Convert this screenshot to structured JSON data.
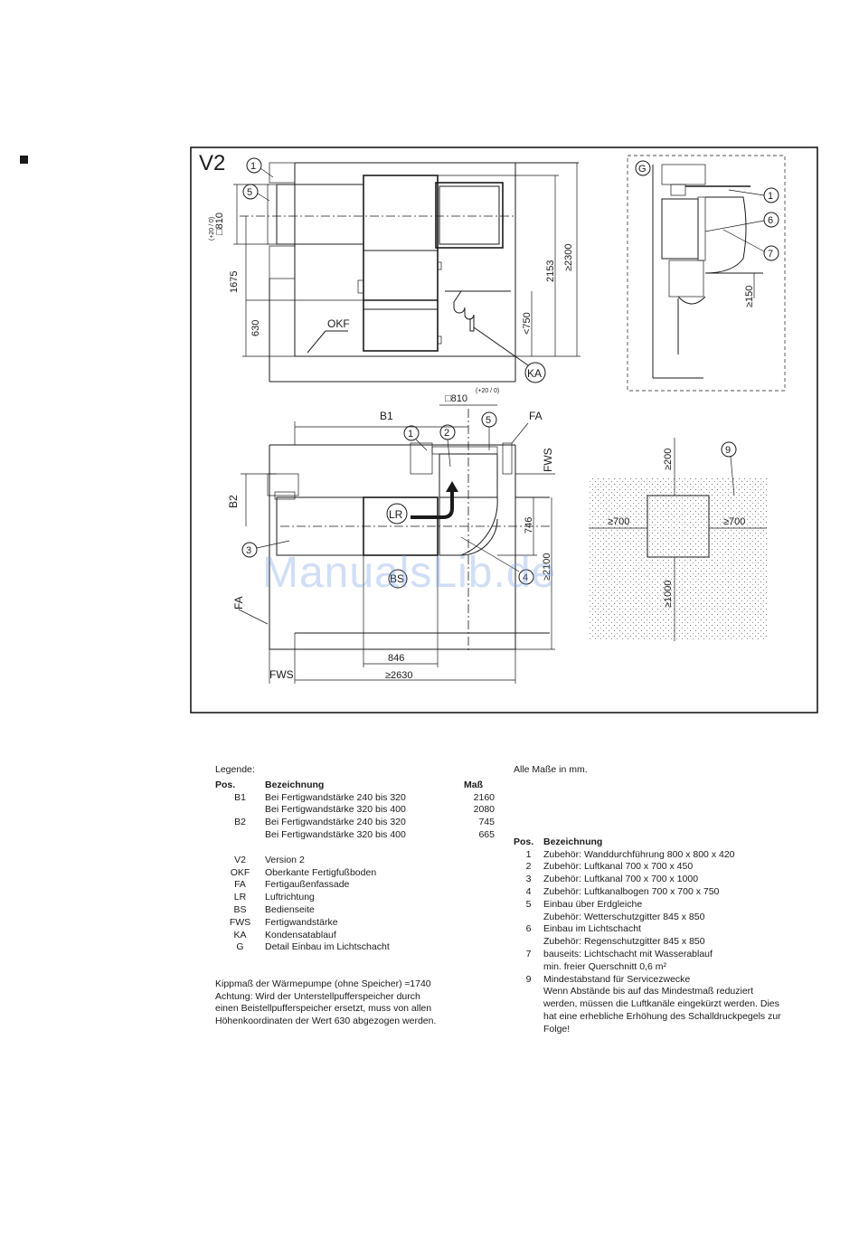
{
  "diagram": {
    "version_label": "V2",
    "detail_label": "G",
    "labels": {
      "okf": "OKF",
      "ka": "KA",
      "lr": "LR",
      "bs": "BS",
      "fa": "FA",
      "fws": "FWS",
      "b1": "B1",
      "b2": "B2"
    },
    "dimensions": {
      "d810_top": "□810",
      "tol": "(+20 / 0)",
      "d1675": "1675",
      "d630": "630",
      "d2153": "2153",
      "d2300": "≥2300",
      "d750": "<750",
      "d150": "≥150",
      "d810_plan": "□810",
      "d746": "746",
      "d2100": "≥2100",
      "d846": "846",
      "d2630": "≥2630",
      "d200": "≥200",
      "d700_left": "≥700",
      "d700_right": "≥700",
      "d1000": "≥1000"
    },
    "callouts": [
      "1",
      "2",
      "3",
      "4",
      "5",
      "6",
      "7",
      "9"
    ]
  },
  "watermark": "ManualsLib.de",
  "legend": {
    "title": "Legende:",
    "note_units": "Alle Maße in mm.",
    "headers": {
      "pos": "Pos.",
      "desc": "Bezeichnung",
      "mass": "Maß"
    },
    "rows": [
      {
        "pos": "B1",
        "desc": "Bei Fertigwandstärke 240 bis 320",
        "mass": "2160"
      },
      {
        "pos": "",
        "desc": "Bei Fertigwandstärke 320 bis 400",
        "mass": "2080"
      },
      {
        "pos": "B2",
        "desc": "Bei Fertigwandstärke 240 bis 320",
        "mass": "745"
      },
      {
        "pos": "",
        "desc": "Bei Fertigwandstärke 320 bis 400",
        "mass": "665"
      }
    ],
    "abbrev": [
      {
        "pos": "V2",
        "desc": "Version 2"
      },
      {
        "pos": "OKF",
        "desc": "Oberkante Fertigfußboden"
      },
      {
        "pos": "FA",
        "desc": "Fertigaußenfassade"
      },
      {
        "pos": "LR",
        "desc": "Luftrichtung"
      },
      {
        "pos": "BS",
        "desc": "Bedienseite"
      },
      {
        "pos": "FWS",
        "desc": "Fertigwandstärke"
      },
      {
        "pos": "KA",
        "desc": "Kondensatablauf"
      },
      {
        "pos": "G",
        "desc": "Detail Einbau im Lichtschacht"
      }
    ],
    "note_lines": [
      "Kippmaß der Wärmepumpe (ohne Speicher) ≈1740",
      "Achtung: Wird der Unterstellpufferspeicher durch",
      "einen Beistellpufferspeicher ersetzt, muss von allen",
      "Höhenkoordinaten der Wert 630 abgezogen werden."
    ],
    "right_headers": {
      "pos": "Pos.",
      "desc": "Bezeichnung"
    },
    "right_rows": [
      {
        "pos": "1",
        "lines": [
          "Zubehör: Wanddurchführung 800 x 800 x 420"
        ]
      },
      {
        "pos": "2",
        "lines": [
          "Zubehör: Luftkanal 700 x 700 x 450"
        ]
      },
      {
        "pos": "3",
        "lines": [
          "Zubehör: Luftkanal 700 x 700 x 1000"
        ]
      },
      {
        "pos": "4",
        "lines": [
          "Zubehör: Luftkanalbogen 700 x 700 x 750"
        ]
      },
      {
        "pos": "5",
        "lines": [
          "Einbau über Erdgleiche",
          "Zubehör: Wetterschutzgitter 845 x 850"
        ]
      },
      {
        "pos": "6",
        "lines": [
          "Einbau im Lichtschacht",
          "Zubehör: Regenschutzgitter 845 x 850"
        ]
      },
      {
        "pos": "7",
        "lines": [
          "bauseits: Lichtschacht mit Wasserablauf",
          "min. freier Querschnitt 0,6 m²"
        ]
      },
      {
        "pos": "9",
        "lines": [
          "Mindestabstand für Servicezwecke",
          "Wenn Abstände bis auf das Mindestmaß reduziert",
          "werden, müssen die Luftkanäle eingekürzt werden. Dies",
          "hat eine erhebliche Erhöhung des Schalldruckpegels zur",
          "Folge!"
        ]
      }
    ]
  }
}
